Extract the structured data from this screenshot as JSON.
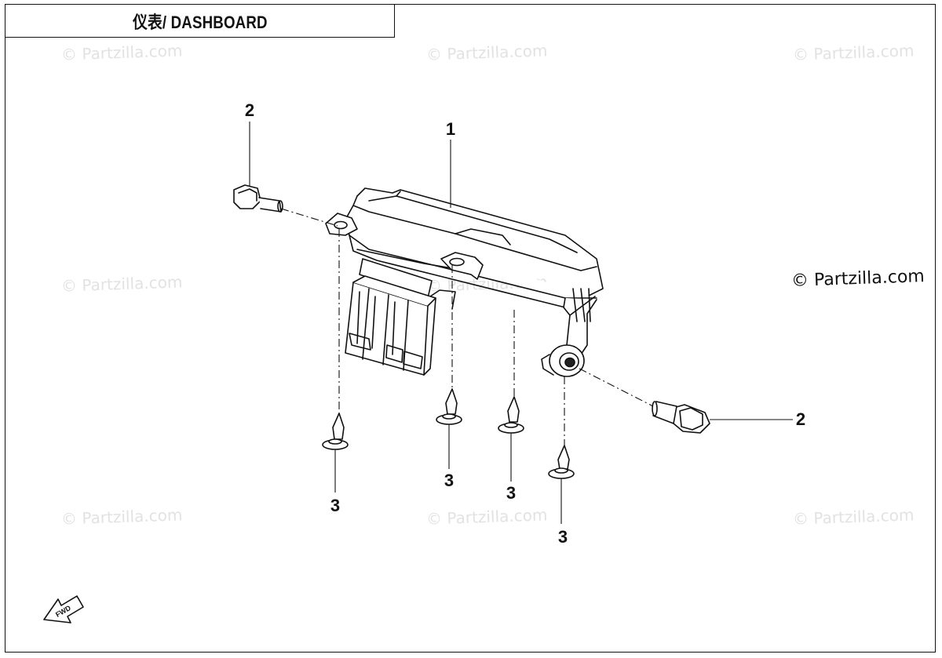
{
  "title": "仪表/ DASHBOARD",
  "watermark_text": "© Partzilla.com",
  "watermark_main": "© Partzilla.com",
  "callouts": {
    "part_1": "1",
    "part_2_top": "2",
    "part_2_right": "2",
    "part_3_a": "3",
    "part_3_b": "3",
    "part_3_c": "3",
    "part_3_d": "3"
  },
  "front_arrow_label": "FWD",
  "colors": {
    "ink": "#111111",
    "watermark": "#e2e2e2"
  }
}
